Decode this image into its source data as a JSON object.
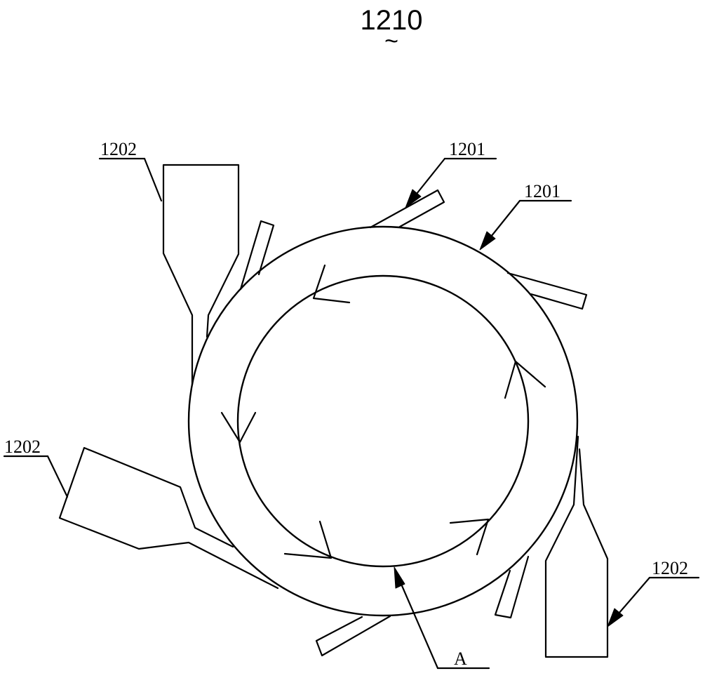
{
  "figure": {
    "number": "1210",
    "number_mark": "~"
  },
  "labels": {
    "nozzle_top": "1201",
    "outer_ring": "1201",
    "hopper_upper_left": "1202",
    "hopper_left": "1202",
    "hopper_right": "1202",
    "inner_ring": "A"
  }
}
